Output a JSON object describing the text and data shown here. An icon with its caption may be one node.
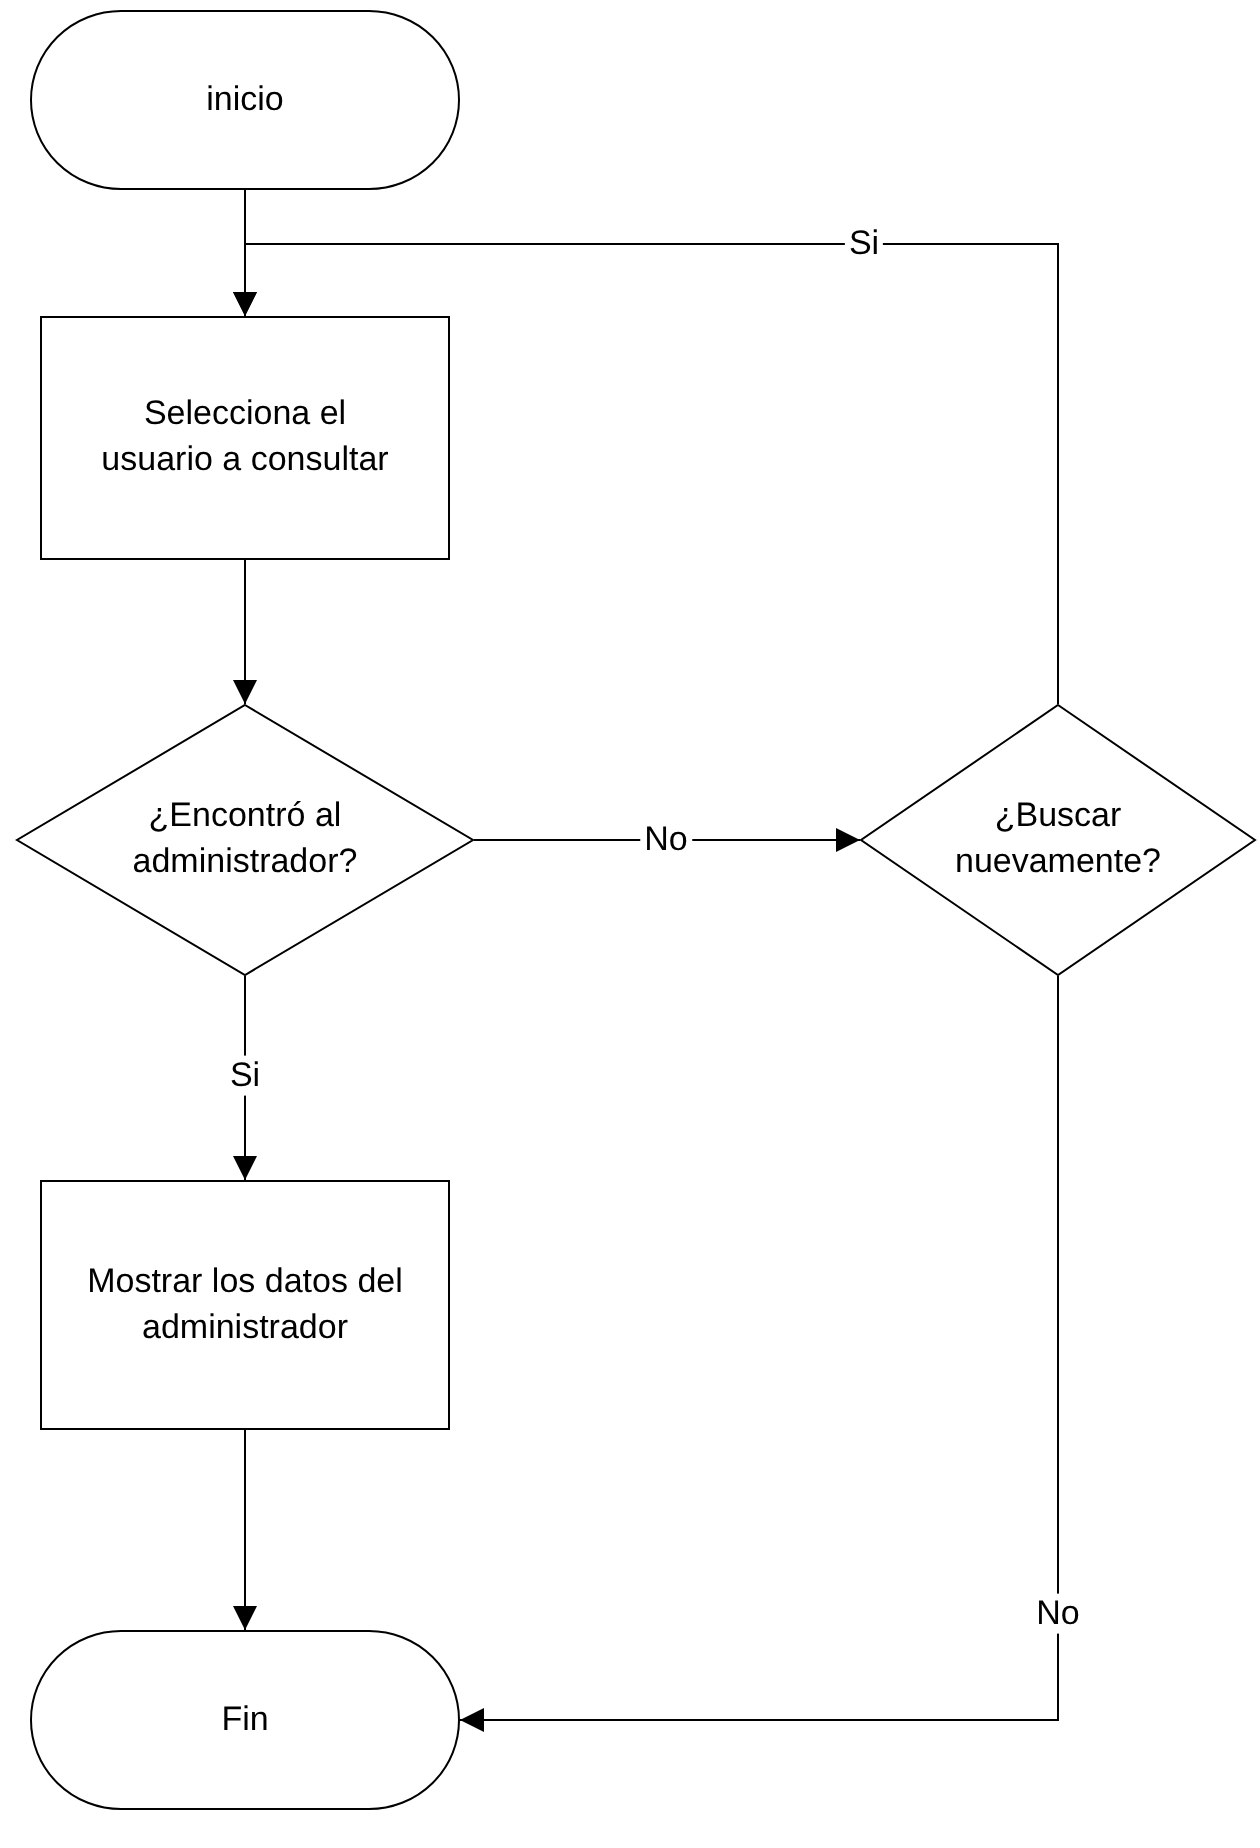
{
  "diagram": {
    "nodes": [
      {
        "text": [
          "inicio"
        ]
      },
      {
        "text": [
          "Selecciona el usuario a consultar"
        ]
      },
      {
        "text": [
          "¿Encontró al administrador?"
        ]
      },
      {
        "text": [
          "¿Buscar nuevamente?"
        ]
      },
      {
        "text": [
          "Mostrar los datos del administrador"
        ]
      },
      {
        "text": [
          "Fin"
        ]
      }
    ],
    "edges": [
      {
        "from": 0,
        "to": 1,
        "arrow": "to"
      },
      {
        "from": 3,
        "to": 1,
        "arrow": "to",
        "label": "Si"
      },
      {
        "from": 1,
        "to": 2,
        "arrow": "to"
      },
      {
        "from": 2,
        "to": 3,
        "arrow": "to",
        "label": "No"
      },
      {
        "from": 2,
        "to": 4,
        "arrow": "to",
        "label": "Si"
      },
      {
        "from": 4,
        "to": 5,
        "arrow": "to"
      },
      {
        "from": 3,
        "to": 5,
        "arrow": "to",
        "label": "No"
      }
    ]
  }
}
